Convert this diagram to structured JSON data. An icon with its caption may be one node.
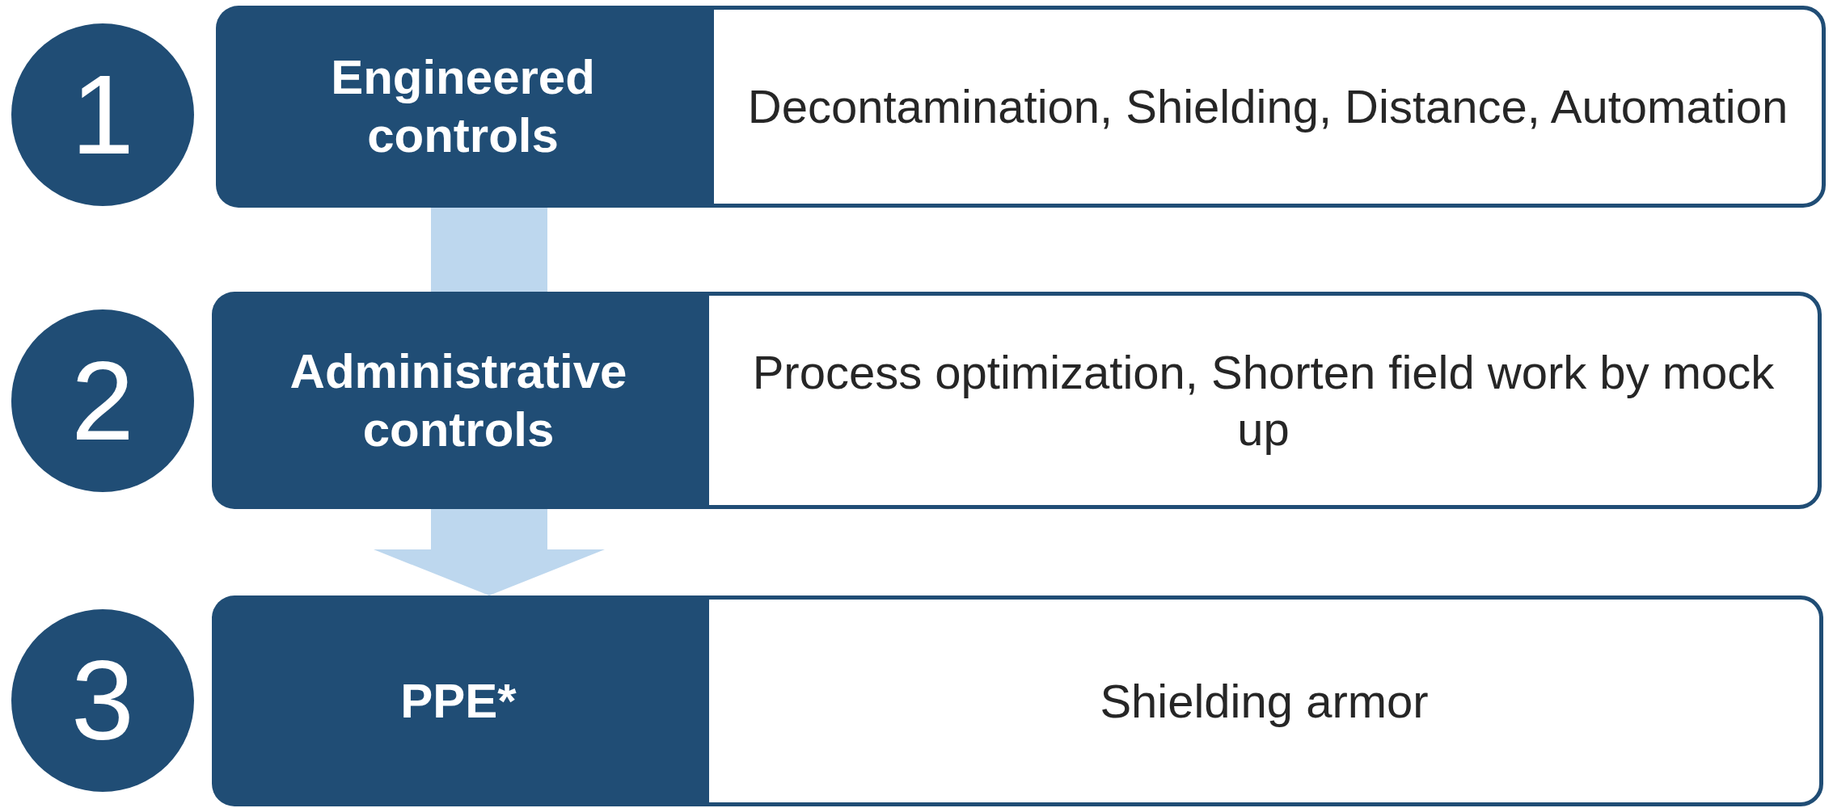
{
  "diagram": {
    "nodes": [
      {
        "text": [
          "1"
        ]
      },
      {
        "text": [
          "Engineered controls"
        ]
      },
      {
        "text": [
          "Decontamination, Shielding, Distance, Automation"
        ]
      },
      {
        "text": [
          "2"
        ]
      },
      {
        "text": [
          "Administrative controls"
        ]
      },
      {
        "text": [
          "Process optimization, Shorten field work by mock up"
        ]
      },
      {
        "text": [
          "3"
        ]
      },
      {
        "text": [
          "PPE*"
        ]
      },
      {
        "text": [
          "Shielding armor"
        ]
      }
    ],
    "edges": [
      {
        "from": 1,
        "to": 7,
        "arrow": "to",
        "color": "#bdd7ee",
        "style": "thick"
      }
    ]
  }
}
